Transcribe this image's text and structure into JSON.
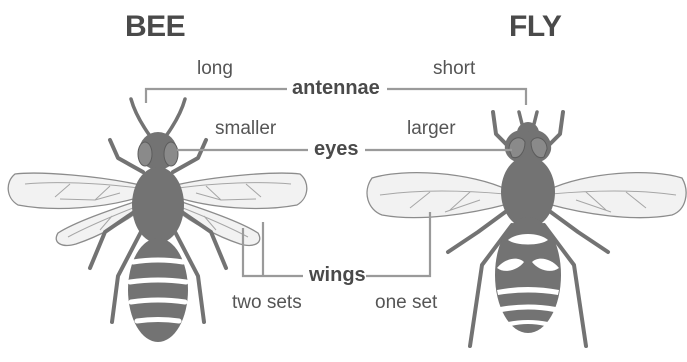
{
  "titles": {
    "left": "BEE",
    "right": "FLY"
  },
  "features": {
    "antennae": {
      "label": "antennae",
      "bee": "long",
      "fly": "short"
    },
    "eyes": {
      "label": "eyes",
      "bee": "smaller",
      "fly": "larger"
    },
    "wings": {
      "label": "wings",
      "bee": "two sets",
      "fly": "one set"
    }
  },
  "colors": {
    "body": "#737373",
    "wing_fill": "#f2f2f2",
    "wing_line": "#8c8c8c",
    "leader_line": "#9a9a9a",
    "text": "#4a4a4a"
  }
}
